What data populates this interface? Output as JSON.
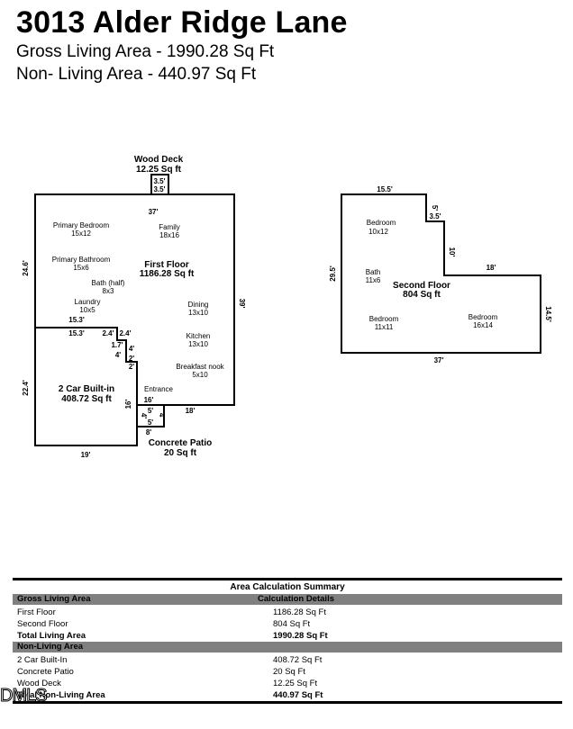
{
  "header": {
    "title": "3013 Alder Ridge Lane",
    "gross_living": "Gross Living Area - 1990.28 Sq Ft",
    "non_living": "Non- Living Area - 440.97 Sq Ft"
  },
  "first_floor": {
    "wood_deck_name": "Wood Deck",
    "wood_deck_area": "12.25 Sq ft",
    "deck_dim_a": "3.5'",
    "deck_dim_b": "3.5'",
    "top_dim": "37'",
    "left_dim": "24.6'",
    "right_dim": "39'",
    "dim_153_a": "15.3'",
    "dim_153_b": "15.3'",
    "dim_24_a": "2.4'",
    "dim_24_b": "2.4'",
    "dim_17": "1.7'",
    "dim_4_a": "4'",
    "dim_4_b": "4'",
    "dim_2_a": "2'",
    "dim_2_b": "2'",
    "garage_left_dim": "22.4'",
    "garage_bottom_dim": "19'",
    "dim_16_vert": "16'",
    "dim_16_horiz": "16'",
    "dim_18": "18'",
    "patio_dim_5a": "5'",
    "patio_dim_5b": "5'",
    "patio_dim_4a": "4'",
    "patio_dim_4b": "4'",
    "patio_dim_8": "8'",
    "floor_name": "First Floor",
    "floor_area": "1186.28 Sq ft",
    "rooms": {
      "primary_bedroom": "Primary Bedroom",
      "primary_bedroom_size": "15x12",
      "family": "Family",
      "family_size": "18x16",
      "primary_bath": "Primary Bathroom",
      "primary_bath_size": "15x6",
      "bath_half": "Bath (half)",
      "bath_half_size": "8x3",
      "laundry": "Laundry",
      "laundry_size": "10x5",
      "dining": "Dining",
      "dining_size": "13x10",
      "kitchen": "Kitchen",
      "kitchen_size": "13x10",
      "breakfast": "Breakfast nook",
      "breakfast_size": "5x10",
      "entrance": "Entrance"
    },
    "garage_name": "2 Car Built-in",
    "garage_area": "408.72 Sq ft",
    "patio_name": "Concrete Patio",
    "patio_area": "20 Sq ft"
  },
  "second_floor": {
    "top_dim": "15.5'",
    "dim_5": "5'",
    "dim_35": "3.5'",
    "dim_10": "10'",
    "dim_18": "18'",
    "left_dim": "29.5'",
    "right_dim": "14.5'",
    "bottom_dim": "37'",
    "floor_name": "Second Floor",
    "floor_area": "804 Sq ft",
    "rooms": {
      "bedroom1": "Bedroom",
      "bedroom1_size": "10x12",
      "bath": "Bath",
      "bath_size": "11x6",
      "bedroom2": "Bedroom",
      "bedroom2_size": "11x11",
      "bedroom3": "Bedroom",
      "bedroom3_size": "16x14"
    }
  },
  "summary": {
    "title": "Area Calculation Summary",
    "gross_header": "Gross Living Area",
    "calc_header": "Calculation Details",
    "gross_rows": [
      {
        "label": "First Floor",
        "value": "1186.28 Sq Ft"
      },
      {
        "label": "Second Floor",
        "value": "804 Sq Ft"
      }
    ],
    "gross_total_label": "Total Living Area",
    "gross_total_value": "1990.28 Sq Ft",
    "non_header": "Non-Living Area",
    "non_rows": [
      {
        "label": "2 Car Built-In",
        "value": "408.72 Sq Ft"
      },
      {
        "label": "Concrete Patio",
        "value": "20 Sq Ft"
      },
      {
        "label": "Wood Deck",
        "value": "12.25 Sq Ft"
      }
    ],
    "non_total_label": "Total Non-Living Area",
    "non_total_value": "440.97 Sq Ft"
  },
  "watermark": "DMLS"
}
